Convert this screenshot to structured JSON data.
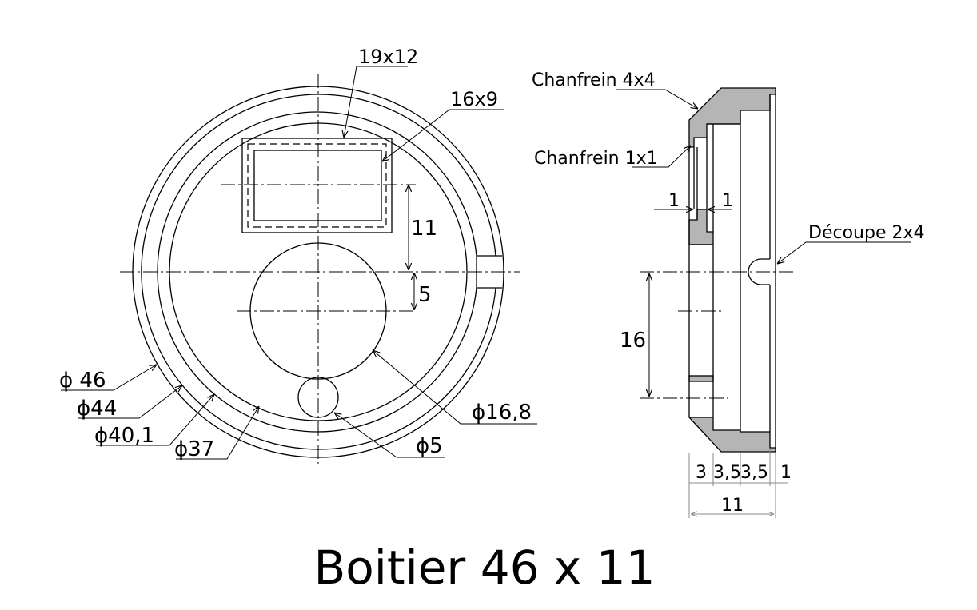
{
  "title": "Boitier 46 x 11",
  "front_view": {
    "rect_outer_label": "19x12",
    "rect_inner_label": "16x9",
    "offset_vertical_label": "11",
    "center_offset_label": "5",
    "dia_46": "ϕ 46",
    "dia_44": "ϕ44",
    "dia_40_1": "ϕ40,1",
    "dia_37": "ϕ37",
    "dia_16_8": "ϕ16,8",
    "dia_5": "ϕ5"
  },
  "side_view": {
    "chamfer_large": "Chanfrein 4x4",
    "chamfer_small": "Chanfrein 1x1",
    "step_left": "1",
    "step_right": "1",
    "notch": "Découpe 2x4",
    "height_16": "16",
    "seg_3": "3",
    "seg_3_5_a": "3,5",
    "seg_3_5_b": "3,5",
    "seg_1": "1",
    "total_width": "11"
  },
  "colors": {
    "section_fill": "#b5b5b5",
    "line": "#000000",
    "secondary_dim": "#888888"
  }
}
